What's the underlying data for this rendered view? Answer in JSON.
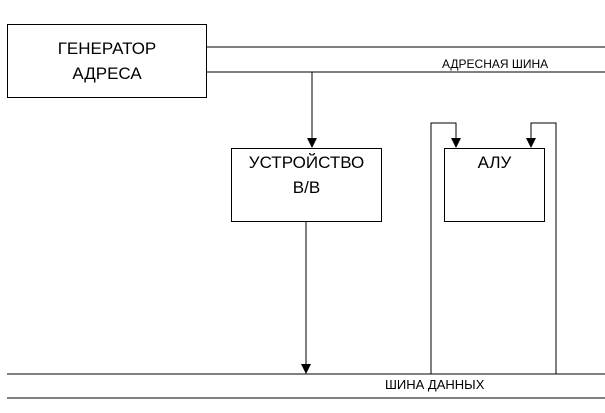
{
  "diagram": {
    "address_generator": {
      "line1": "ГЕНЕРАТОР",
      "line2": "АДРЕСА"
    },
    "io_device": {
      "line1": "УСТРОЙСТВО",
      "line2": "В/В"
    },
    "alu": {
      "label": "АЛУ"
    },
    "address_bus": {
      "label": "АДРЕСНАЯ ШИНА"
    },
    "data_bus": {
      "label": "ШИНА ДАННЫХ"
    }
  },
  "colors": {
    "line": "#000000",
    "background": "#ffffff"
  }
}
